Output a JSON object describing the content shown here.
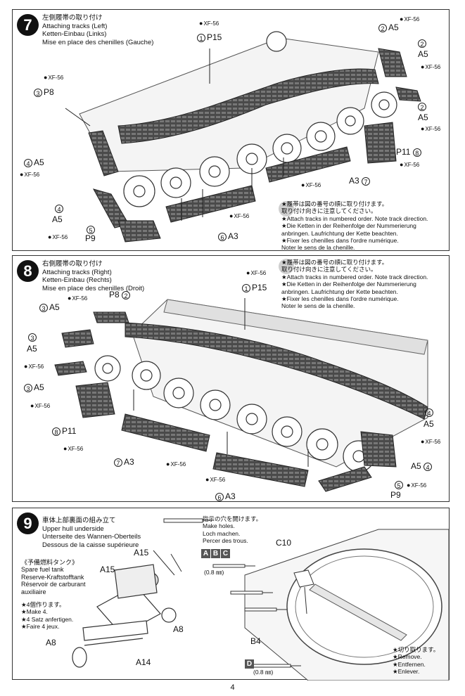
{
  "page_number": "4",
  "step7": {
    "number": "7",
    "title_ja": "左側履帯の取り付け",
    "title_en": "Attaching tracks (Left)",
    "title_de": "Ketten-Einbau (Links)",
    "title_fr": "Mise en place des chenilles (Gauche)",
    "note": [
      "★履帯は図の番号の順に取り付けます。",
      "取り付け向きに注意してください。",
      "★Attach tracks in numbered order. Note track direction.",
      "★Die Ketten in der Reihenfolge der Nummerierung",
      "anbringen. Laufrichtung der Kette beachten.",
      "★Fixer les chenilles dans l'ordre numérique.",
      "Noter le sens de la chenille."
    ],
    "paint": "XF-56",
    "labels": {
      "p15_num": "1",
      "p15": "P15",
      "a5_top_num": "2",
      "a5_top": "A5",
      "a5_r1_num": "2",
      "a5_r1": "A5",
      "a5_r2_num": "2",
      "a5_r2": "A5",
      "p11": "P11",
      "p11_num": "8",
      "p8_num": "3",
      "p8": "P8",
      "a5_l1_num": "4",
      "a5_l1": "A5",
      "a5_l2_num": "4",
      "a5_l2": "A5",
      "p9_num": "5",
      "p9": "P9",
      "a3_b_num": "6",
      "a3_b": "A3",
      "a3_c": "A3",
      "a3_c_num": "7"
    }
  },
  "step8": {
    "number": "8",
    "title_ja": "右側履帯の取り付け",
    "title_en": "Attaching tracks (Right)",
    "title_de": "Ketten-Einbau (Rechts)",
    "title_fr": "Mise en place des chenilles (Droit)",
    "note": [
      "★履帯は図の番号の順に取り付けます。",
      "取り付け向きに注意してください。",
      "★Attach tracks in numbered order. Note track direction.",
      "★Die Ketten in der Reihenfolge der Nummerierung",
      "anbringen. Laufrichtung der Kette beachten.",
      "★Fixer les chenilles dans l'ordre numérique.",
      "Noter le sens de la chenille."
    ],
    "paint": "XF-56",
    "labels": {
      "p15_num": "1",
      "p15": "P15",
      "p8": "P8",
      "p8_num": "2",
      "a5_t_num": "3",
      "a5_t": "A5",
      "a5_m_num": "3",
      "a5_m": "A5",
      "a5_b_num": "3",
      "a5_b": "A5",
      "p11_num": "8",
      "p11": "P11",
      "a3_l_num": "7",
      "a3_l": "A3",
      "a3_r_num": "6",
      "a3_r": "A3",
      "a5_r1_num": "4",
      "a5_r1": "A5",
      "a5_r2": "A5",
      "a5_r2_num": "4",
      "p9_num": "5",
      "p9": "P9"
    }
  },
  "step9": {
    "number": "9",
    "title_ja": "車体上部裏面の組み立て",
    "title_en": "Upper hull underside",
    "title_de": "Unterseite des Wannen-Oberteils",
    "title_fr": "Dessous de la caisse supérieure",
    "holes": [
      "指示の穴を開けます。",
      "Make holes.",
      "Loch machen.",
      "Percer des trous."
    ],
    "hole_letters": [
      "A",
      "B",
      "C"
    ],
    "hole_letter_d": "D",
    "drill_size": "(0.8 ㎜)",
    "drill_size2": "(0.8 ㎜)",
    "fuel_tank": [
      "《予備燃料タンク》",
      "Spare fuel tank",
      "Reserve-Kraftstofftank",
      "Réservoir de carburant",
      "auxiliaire"
    ],
    "make4": [
      "★4個作ります。",
      "★Make 4.",
      "★4 Satz anfertigen.",
      "★Faire 4 jeux."
    ],
    "remove": [
      "★切り取ります。",
      "★Remove.",
      "★Entfernen.",
      "★Enlever."
    ],
    "labels": {
      "a15_top": "A15",
      "a15": "A15",
      "a8_r": "A8",
      "a8_l": "A8",
      "a14": "A14",
      "c10": "C10",
      "b4": "B4"
    }
  }
}
